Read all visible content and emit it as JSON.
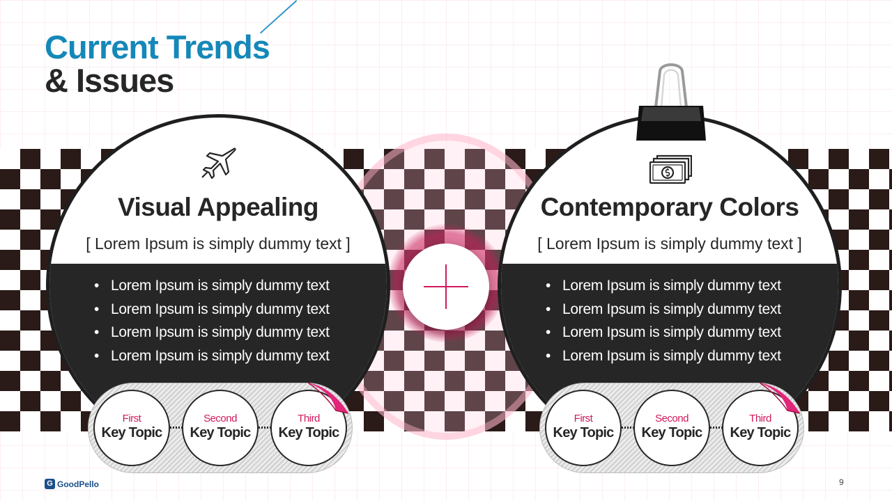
{
  "title": {
    "line1": "Current Trends",
    "line2": "& Issues"
  },
  "panels": [
    {
      "icon": "airplane-icon",
      "heading": "Visual Appealing",
      "subtitle": "[ Lorem Ipsum is simply dummy text ]",
      "bullets": [
        "Lorem Ipsum is simply dummy text",
        "Lorem Ipsum is simply dummy text",
        "Lorem Ipsum is simply dummy text",
        "Lorem Ipsum is simply dummy text"
      ],
      "topics": [
        {
          "ordinal": "First",
          "label": "Key Topic"
        },
        {
          "ordinal": "Second",
          "label": "Key Topic"
        },
        {
          "ordinal": "Third",
          "label": "Key Topic"
        }
      ]
    },
    {
      "icon": "money-icon",
      "heading": "Contemporary Colors",
      "subtitle": "[ Lorem Ipsum is simply dummy text ]",
      "bullets": [
        "Lorem Ipsum is simply dummy text",
        "Lorem Ipsum is simply dummy text",
        "Lorem Ipsum is simply dummy text",
        "Lorem Ipsum is simply dummy text"
      ],
      "topics": [
        {
          "ordinal": "First",
          "label": "Key Topic"
        },
        {
          "ordinal": "Second",
          "label": "Key Topic"
        },
        {
          "ordinal": "Third",
          "label": "Key Topic"
        }
      ]
    }
  ],
  "center_icon": "plus-icon",
  "footer": {
    "logo_mark": "G",
    "logo_text": "GoodPello",
    "page_number": "9"
  },
  "colors": {
    "accent_blue": "#1488b8",
    "accent_pink": "#d0195e",
    "dark": "#262626"
  }
}
